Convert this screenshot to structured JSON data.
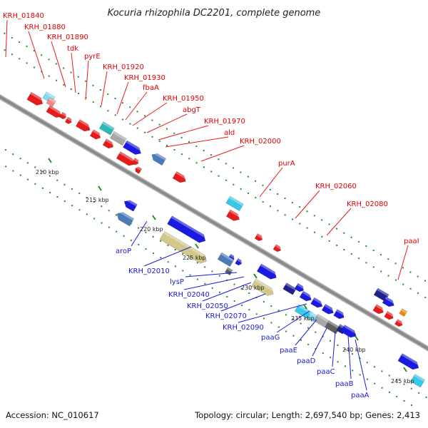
{
  "title": "Kocuria rhizophila DC2201, complete genome",
  "footer": {
    "accession": "Accession: NC_010617",
    "summary": "Topology: circular; Length: 2,697,540 bp; Genes: 2,413"
  },
  "colors": {
    "forward": "#e81b1b",
    "reverse": "#1a1ae0",
    "cyan": "#38c8e8",
    "light_cyan": "#7fdcf0",
    "pink": "#f08a8a",
    "teal": "#2cb8b8",
    "gray": "#a8a8a8",
    "dark_gray": "#606060",
    "steel_blue": "#4a7ab8",
    "khaki": "#d2c88a",
    "navy": "#20208a",
    "orange": "#f08a10",
    "backbone": "#8a8a8a",
    "tick_green": "#2a8a2a"
  },
  "tick_labels": [
    "210 kbp",
    "215 kbp",
    "220 kbp",
    "225 kbp",
    "230 kbp",
    "235 kbp",
    "240 kbp",
    "245 kbp"
  ],
  "labels_top": [
    "KRH_01840",
    "KRH_01880",
    "KRH_01890",
    "tdk",
    "pyrE",
    "KRH_01920",
    "KRH_01930",
    "fbaA",
    "KRH_01950",
    "abgT",
    "KRH_01970",
    "ald",
    "KRH_02000",
    "purA",
    "KRH_02060",
    "KRH_02080",
    "paaI"
  ],
  "labels_bottom": [
    "aroP",
    "KRH_02010",
    "lysP",
    "KRH_02040",
    "KRH_02050",
    "KRH_02070",
    "KRH_02090",
    "paaG",
    "paaE",
    "paaD",
    "paaC",
    "paaB",
    "paaA"
  ]
}
